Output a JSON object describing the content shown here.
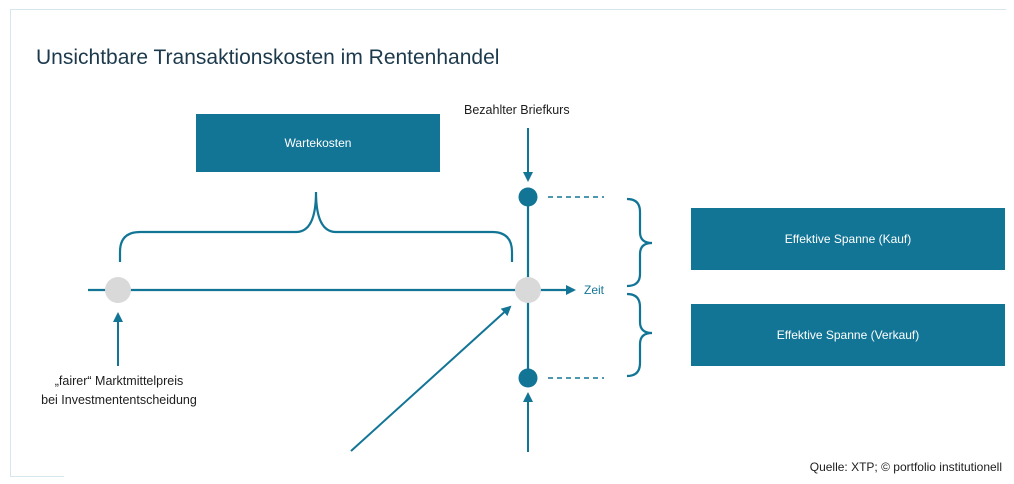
{
  "title": "Unsichtbare Transaktionskosten im Rentenhandel",
  "boxes": {
    "wartekosten": "Wartekosten",
    "spanne_kauf": "Effektive Spanne (Kauf)",
    "spanne_verkauf": "Effektive Spanne (Verkauf)"
  },
  "labels": {
    "briefkurs": "Bezahlter Briefkurs",
    "zeit": "Zeit",
    "fairer_line1": "„fairer“ Marktmittelpreis",
    "fairer_line2": "bei Investmententscheidung"
  },
  "source": "Quelle: XTP; © portfolio institutionell",
  "colors": {
    "accent": "#137596",
    "gray_node": "#d9d9d9",
    "box_text": "#ffffff"
  }
}
